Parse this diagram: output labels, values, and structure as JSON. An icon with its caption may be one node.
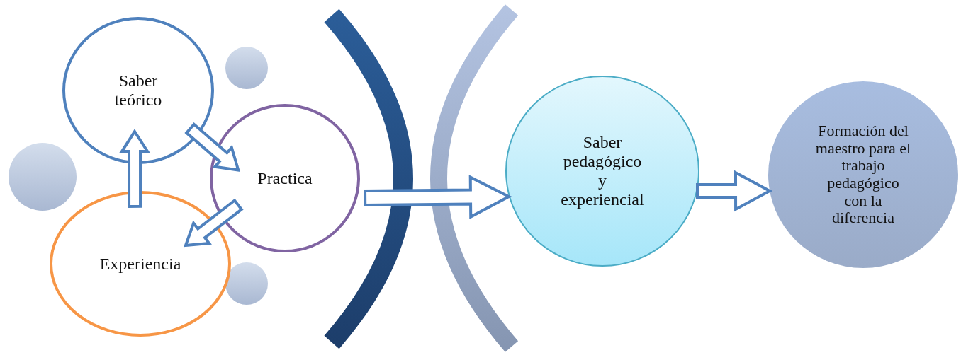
{
  "diagram": {
    "nodes": [
      {
        "text": [
          "Saber teórico"
        ]
      },
      {
        "text": [
          "Practica"
        ]
      },
      {
        "text": [
          "Experiencia"
        ]
      },
      {
        "text": [
          "Saber pedagógico y experiencial"
        ]
      },
      {
        "text": [
          "Formación del maestro para el trabajo pedagógico con la diferencia"
        ]
      }
    ],
    "edges": [
      {
        "from": 0,
        "to": 1,
        "arrow": "to"
      },
      {
        "from": 1,
        "to": 2,
        "arrow": "to"
      },
      {
        "from": 2,
        "to": 0,
        "arrow": "to"
      },
      {
        "from": 1,
        "to": 3,
        "arrow": "to"
      },
      {
        "from": 3,
        "to": 4,
        "arrow": "to"
      }
    ]
  }
}
